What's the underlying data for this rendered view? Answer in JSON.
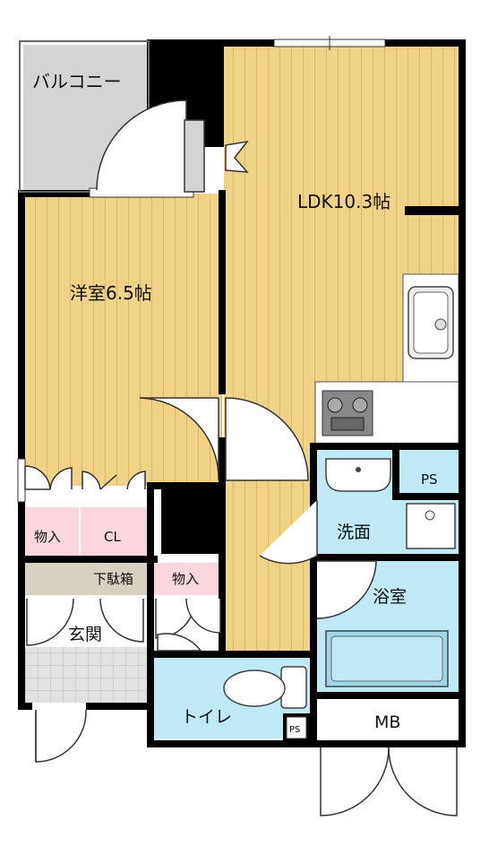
{
  "colors": {
    "wall": "#000000",
    "floor_wood": "#f1d387",
    "floor_stripe": "#d9b766",
    "balcony": "#d4d4d4",
    "wet_area": "#bfe9f5",
    "storage": "#f9d7dc",
    "shoebox": "#d8d0c0",
    "entrance_tile": "#e2e2e2",
    "kitchen_counter": "#ffffff"
  },
  "rooms": {
    "balcony": "バルコニー",
    "ldk": "LDK10.3帖",
    "western": "洋室6.5帖",
    "closet1": "物入",
    "cl": "CL",
    "shoebox": "下駄箱",
    "closet2": "物入",
    "entrance": "玄関",
    "washroom": "洗面",
    "bath": "浴室",
    "ps1": "PS",
    "toilet": "トイレ",
    "ps2": "PS",
    "mb": "MB"
  },
  "icons": {
    "sink": "kitchen-sink-icon",
    "stove": "gas-stove-icon",
    "basin": "wash-basin-icon",
    "bathtub": "bathtub-icon",
    "toilet": "toilet-bowl-icon",
    "washer": "washing-machine-pan-icon"
  }
}
